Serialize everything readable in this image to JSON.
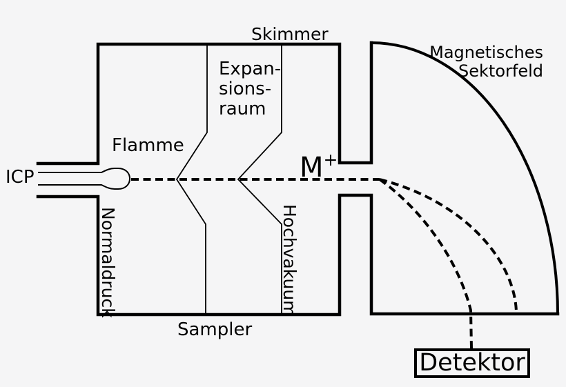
{
  "colors": {
    "background": "#f5f5f6",
    "ink": "#000000"
  },
  "labels": {
    "icp": "ICP",
    "flamme": "Flamme",
    "normaldruck": "Normaldruck",
    "expansionsraum": [
      "Expan-",
      "sions-",
      "raum"
    ],
    "skimmer": "Skimmer",
    "sampler": "Sampler",
    "hochvakuum": "Hochvakuum",
    "ion_symbol": "M",
    "ion_charge": "+",
    "magnetic_sector": [
      "Magnetisches",
      "Sektorfeld"
    ],
    "detektor": "Detektor"
  }
}
